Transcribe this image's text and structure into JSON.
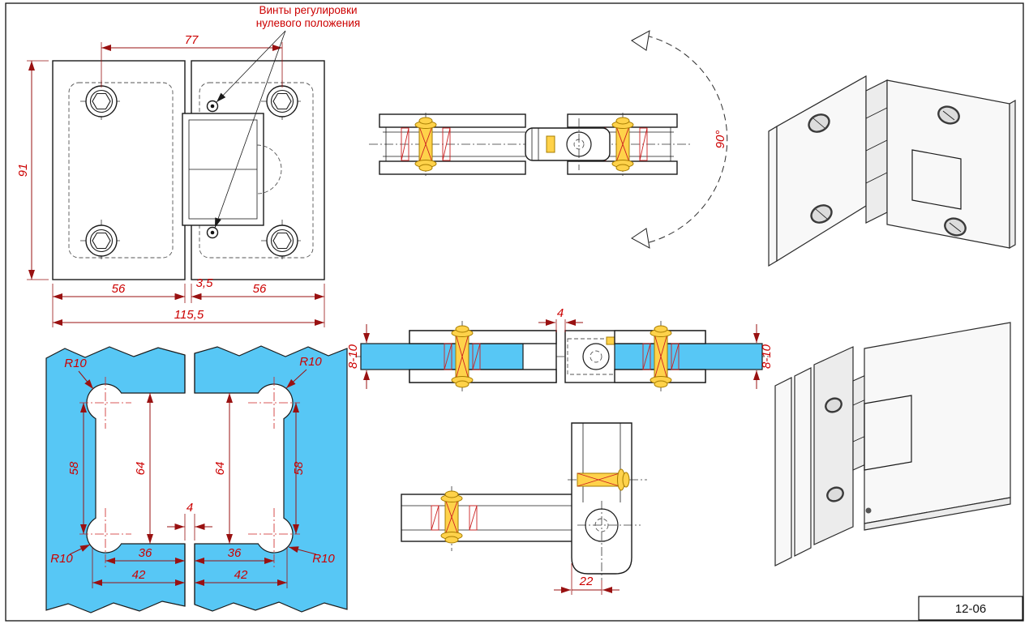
{
  "meta": {
    "sheet_code": "12-06"
  },
  "annotation": {
    "line1": "Винты регулировки",
    "line2": "нулевого положения"
  },
  "front_view": {
    "dim_77": "77",
    "dim_91": "91",
    "dim_56_left": "56",
    "dim_3_5": "3,5",
    "dim_56_right": "56",
    "dim_115_5": "115,5"
  },
  "plan_view": {
    "dim_angle": "90°"
  },
  "template_view": {
    "dim_r10": "R10",
    "dim_58": "58",
    "dim_64": "64",
    "dim_gap4": "4",
    "dim_36": "36",
    "dim_42": "42"
  },
  "section_view": {
    "dim_glass_thickness": "8-10",
    "dim_gap4": "4"
  },
  "side_view": {
    "dim_22": "22"
  },
  "colors": {
    "outline": "#1a1a1a",
    "dim_line": "#991111",
    "dim_text": "#cc0000",
    "glass": "#57c7f5",
    "screw": "#ffd24a"
  }
}
